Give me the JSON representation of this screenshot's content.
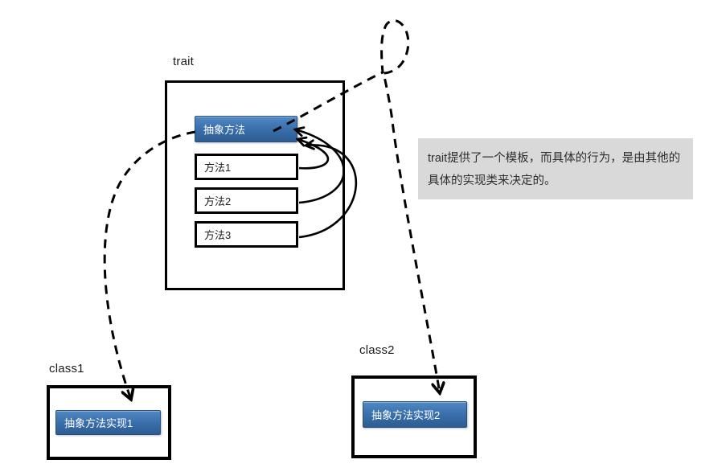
{
  "diagram": {
    "trait": {
      "label": "trait",
      "abstract_method": "抽象方法",
      "methods": [
        "方法1",
        "方法2",
        "方法3"
      ]
    },
    "note": {
      "text": "trait提供了一个模板，而具体的行为，是由其他的具体的实现类来决定的。"
    },
    "class1": {
      "label": "class1",
      "impl": "抽象方法实现1"
    },
    "class2": {
      "label": "class2",
      "impl": "抽象方法实现2"
    },
    "colors": {
      "accent_blue_top": "#5189c3",
      "accent_blue_bottom": "#2d5c91",
      "note_background": "#d9d9d9",
      "line": "#000000"
    }
  }
}
